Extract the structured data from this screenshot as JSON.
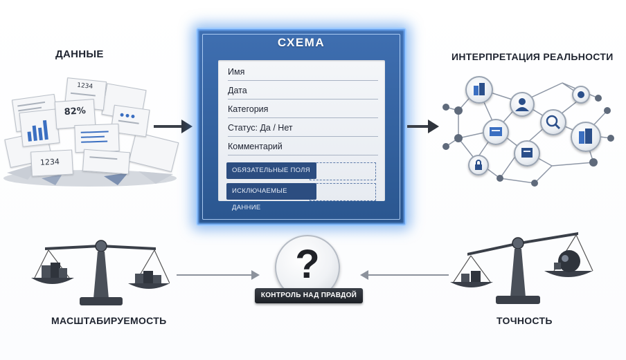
{
  "headings": {
    "data": "ДАННЫЕ",
    "interpretation": "ИНТЕРПРЕТАЦИЯ РЕАЛЬНОСТИ",
    "scalability": "МАСШТАБИРУЕМОСТЬ",
    "accuracy": "ТОЧНОСТЬ"
  },
  "schema": {
    "title": "СХЕМА",
    "fields": [
      "Имя",
      "Дата",
      "Категория",
      "Статус: Да / Нет",
      "Комментарий"
    ],
    "tags": [
      "ОБЯЗАТЕЛЬНЫЕ ПОЛЯ",
      "ИСКЛЮЧАЕМЫЕ ДАННИЕ"
    ]
  },
  "center": {
    "symbol": "?",
    "banner": "КОНТРОЛЬ НАД ПРАВДОЙ"
  },
  "papers": {
    "p1": "1234",
    "p2": "82%",
    "p3": "1234"
  },
  "icons": {
    "network": [
      "building-icon",
      "user-icon",
      "search-icon",
      "chart-icon",
      "building-icon",
      "document-icon",
      "lock-icon",
      "target-icon"
    ],
    "scales": [
      "balance-scale-icon",
      "balance-scale-icon"
    ]
  },
  "colors": {
    "schema_blue": "#2f5c99",
    "glow": "#5aa0f0",
    "dark": "#1d2026",
    "node_gray": "#5f6a7b",
    "accent_blue": "#3b6fc1"
  }
}
